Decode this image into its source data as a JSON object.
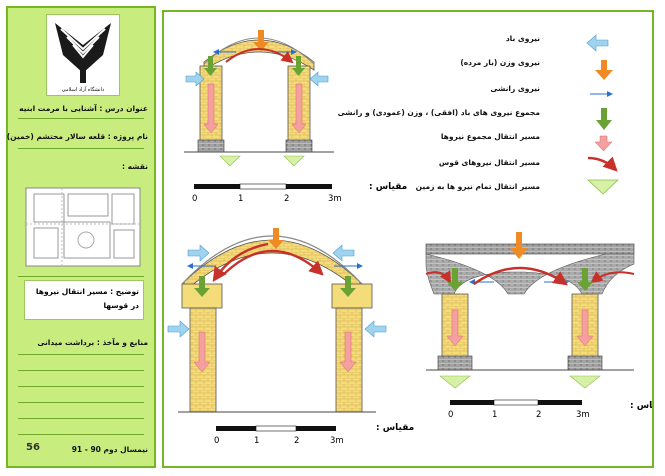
{
  "sidebar": {
    "course_title": "عنوان درس : آشنایی با مرمت ابنیه",
    "project_name": "نام پروژه : قلعه سالار محتشم (خمین)",
    "plan_label": "نقشه :",
    "description": "توضیح : مسیر انتقال نیروها در قوسها",
    "sources": "منابع و مآخذ : برداشت میدانی",
    "semester": "نیمسال دوم 90 - 91",
    "page_number": "56"
  },
  "legend": {
    "items": [
      {
        "label": "نیروی باد",
        "icon": "light-blue-arrow-left"
      },
      {
        "label": "نیروی وزن (بار مرده)",
        "icon": "orange-arrow-down"
      },
      {
        "label": "نیروی رانشی",
        "icon": "thin-blue-arrow-right"
      },
      {
        "label": "مجموع نیروی های باد (افقی) ، وزن (عمودی) و رانشی",
        "icon": "green-arrow-down"
      },
      {
        "label": "مسیر انتقال مجموع نیروها",
        "icon": "pink-arrow-down"
      },
      {
        "label": "مسیر انتقال نیروهای قوس",
        "icon": "red-curved-arrow"
      },
      {
        "label": "مسیر انتقال تمام نیرو ها به زمین",
        "icon": "light-green-arrow-down"
      }
    ]
  },
  "scales": [
    {
      "label": "مقیاس :",
      "ticks": [
        "0",
        "1",
        "2",
        "3m"
      ]
    },
    {
      "label": "مقیاس :",
      "ticks": [
        "0",
        "1",
        "2",
        "3m"
      ]
    },
    {
      "label": "مقیاس :",
      "ticks": [
        "0",
        "1",
        "2",
        "3m"
      ]
    }
  ],
  "colors": {
    "sidebar_bg": "#c9ec7e",
    "border": "#74b625",
    "pier": "#f5dc7a",
    "wind": "#9fd3ee",
    "weight": "#f08a24",
    "sum": "#6aa334",
    "path": "#f4a0a0",
    "arch_path": "#c8302a",
    "ground": "#d6f0a6"
  }
}
